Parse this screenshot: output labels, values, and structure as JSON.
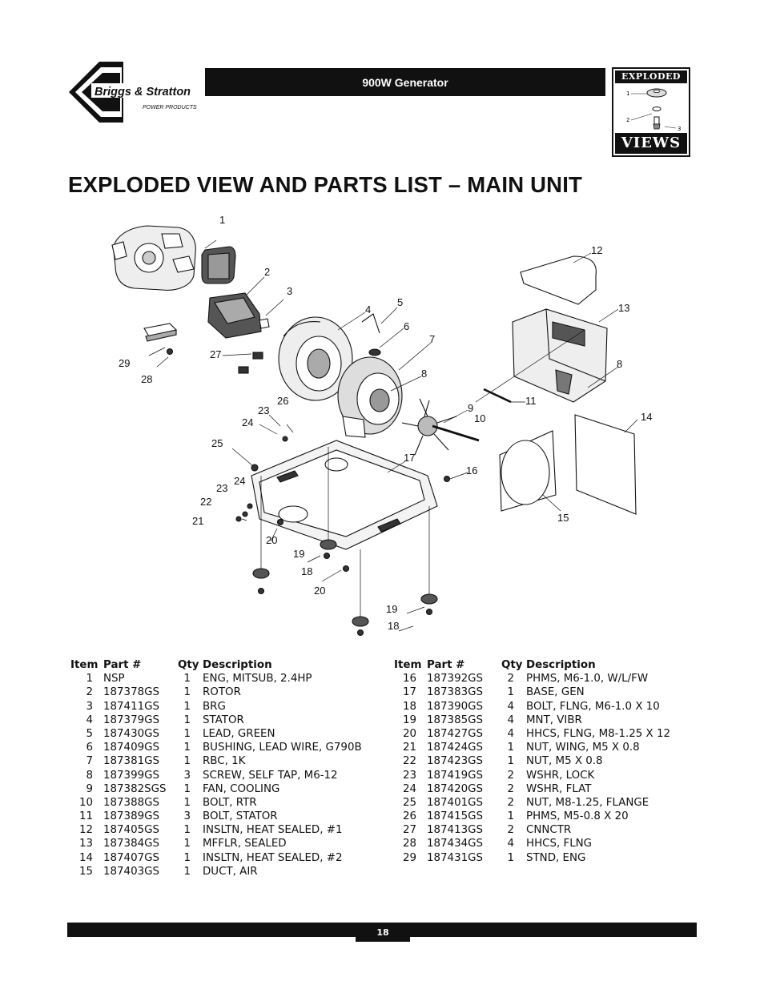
{
  "header": {
    "brand_name": "Briggs & Stratton",
    "brand_sub": "POWER PRODUCTS",
    "product_title": "900W Generator",
    "badge_top": "EXPLODED",
    "badge_bottom": "VIEWS",
    "badge_callouts": [
      "1",
      "2",
      "3"
    ]
  },
  "page_title": "EXPLODED VIEW AND PARTS LIST – MAIN UNIT",
  "diagram": {
    "callouts": [
      "1",
      "2",
      "3",
      "4",
      "5",
      "6",
      "7",
      "8",
      "9",
      "10",
      "11",
      "12",
      "13",
      "8",
      "14",
      "15",
      "16",
      "17",
      "18",
      "19",
      "20",
      "18",
      "19",
      "20",
      "21",
      "22",
      "23",
      "24",
      "23",
      "24",
      "25",
      "26",
      "27",
      "28",
      "29"
    ]
  },
  "parts_table": {
    "headers": {
      "item": "Item",
      "part": "Part #",
      "qty": "Qty",
      "description": "Description"
    },
    "left": [
      {
        "item": "1",
        "part": "NSP",
        "qty": "1",
        "description": "ENG, MITSUB, 2.4HP"
      },
      {
        "item": "2",
        "part": "187378GS",
        "qty": "1",
        "description": "ROTOR"
      },
      {
        "item": "3",
        "part": "187411GS",
        "qty": "1",
        "description": "BRG"
      },
      {
        "item": "4",
        "part": "187379GS",
        "qty": "1",
        "description": "STATOR"
      },
      {
        "item": "5",
        "part": "187430GS",
        "qty": "1",
        "description": "LEAD, GREEN"
      },
      {
        "item": "6",
        "part": "187409GS",
        "qty": "1",
        "description": "BUSHING, LEAD WIRE, G790B"
      },
      {
        "item": "7",
        "part": "187381GS",
        "qty": "1",
        "description": "RBC, 1K"
      },
      {
        "item": "8",
        "part": "187399GS",
        "qty": "3",
        "description": "SCREW, SELF TAP, M6-12"
      },
      {
        "item": "9",
        "part": "187382SGS",
        "qty": "1",
        "description": "FAN, COOLING"
      },
      {
        "item": "10",
        "part": "187388GS",
        "qty": "1",
        "description": "BOLT, RTR"
      },
      {
        "item": "11",
        "part": "187389GS",
        "qty": "3",
        "description": "BOLT, STATOR"
      },
      {
        "item": "12",
        "part": "187405GS",
        "qty": "1",
        "description": "INSLTN, HEAT SEALED, #1"
      },
      {
        "item": "13",
        "part": "187384GS",
        "qty": "1",
        "description": "MFFLR, SEALED"
      },
      {
        "item": "14",
        "part": "187407GS",
        "qty": "1",
        "description": "INSLTN, HEAT SEALED, #2"
      },
      {
        "item": "15",
        "part": "187403GS",
        "qty": "1",
        "description": "DUCT, AIR"
      }
    ],
    "right": [
      {
        "item": "16",
        "part": "187392GS",
        "qty": "2",
        "description": "PHMS, M6-1.0, W/L/FW"
      },
      {
        "item": "17",
        "part": "187383GS",
        "qty": "1",
        "description": "BASE, GEN"
      },
      {
        "item": "18",
        "part": "187390GS",
        "qty": "4",
        "description": "BOLT, FLNG, M6-1.0 X 10"
      },
      {
        "item": "19",
        "part": "187385GS",
        "qty": "4",
        "description": "MNT, VIBR"
      },
      {
        "item": "20",
        "part": "187427GS",
        "qty": "4",
        "description": "HHCS, FLNG, M8-1.25 X 12"
      },
      {
        "item": "21",
        "part": "187424GS",
        "qty": "1",
        "description": "NUT, WING, M5 X 0.8"
      },
      {
        "item": "22",
        "part": "187423GS",
        "qty": "1",
        "description": "NUT, M5 X 0.8"
      },
      {
        "item": "23",
        "part": "187419GS",
        "qty": "2",
        "description": "WSHR, LOCK"
      },
      {
        "item": "24",
        "part": "187420GS",
        "qty": "2",
        "description": "WSHR, FLAT"
      },
      {
        "item": "25",
        "part": "187401GS",
        "qty": "2",
        "description": "NUT, M8-1.25, FLANGE"
      },
      {
        "item": "26",
        "part": "187415GS",
        "qty": "1",
        "description": "PHMS, M5-0.8 X 20"
      },
      {
        "item": "27",
        "part": "187413GS",
        "qty": "2",
        "description": "CNNCTR"
      },
      {
        "item": "28",
        "part": "187434GS",
        "qty": "4",
        "description": "HHCS, FLNG"
      },
      {
        "item": "29",
        "part": "187431GS",
        "qty": "1",
        "description": "STND, ENG"
      }
    ]
  },
  "footer": {
    "page_number": "18"
  }
}
